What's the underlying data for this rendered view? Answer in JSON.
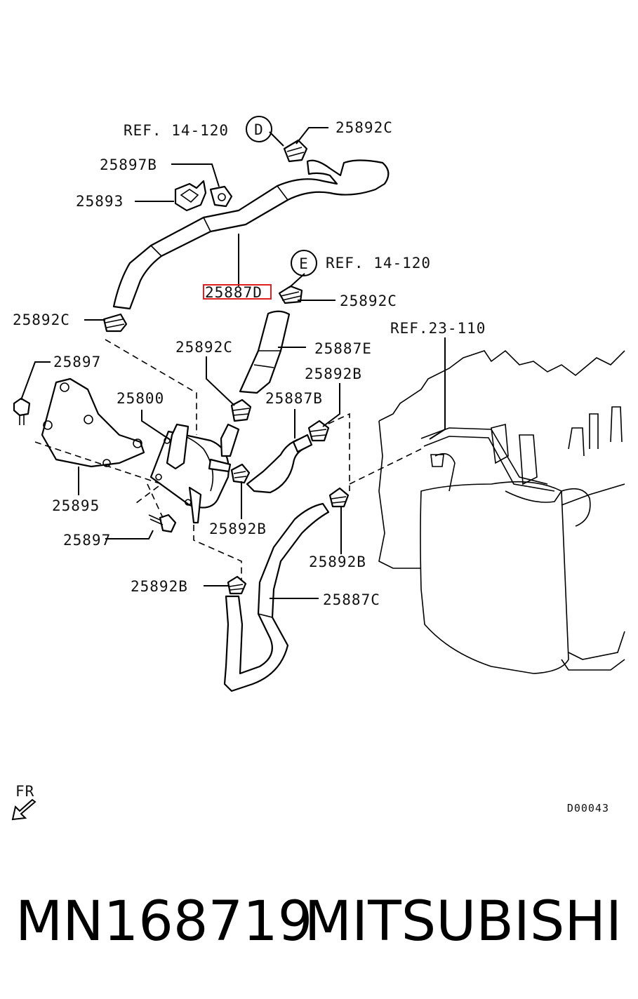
{
  "callouts": {
    "d": {
      "ref": "REF. 14-120",
      "letter": "D"
    },
    "e": {
      "ref": "REF. 14-120",
      "letter": "E"
    },
    "ref_23_110": "REF.23-110"
  },
  "part_labels": {
    "p25892c_top": "25892C",
    "p25897b": "25897B",
    "p25893": "25893",
    "p25887d": "25887D",
    "p25892c_right": "25892C",
    "p25892c_left": "25892C",
    "p25887e": "25887E",
    "p25892c_mid": "25892C",
    "p25897_top": "25897",
    "p25800": "25800",
    "p25892b_top": "25892B",
    "p25887b": "25887B",
    "p25895": "25895",
    "p25892b_mid": "25892B",
    "p25897_bottom": "25897",
    "p25892b_right": "25892B",
    "p25892b_bottom": "25892B",
    "p25887c": "25887C"
  },
  "highlighted_part": "25887D",
  "highlight_color": "#e02020",
  "direction_label": "FR",
  "diagram_code": "D00043",
  "footer": {
    "part_number": "MN168719",
    "brand": "MITSUBISHI"
  }
}
